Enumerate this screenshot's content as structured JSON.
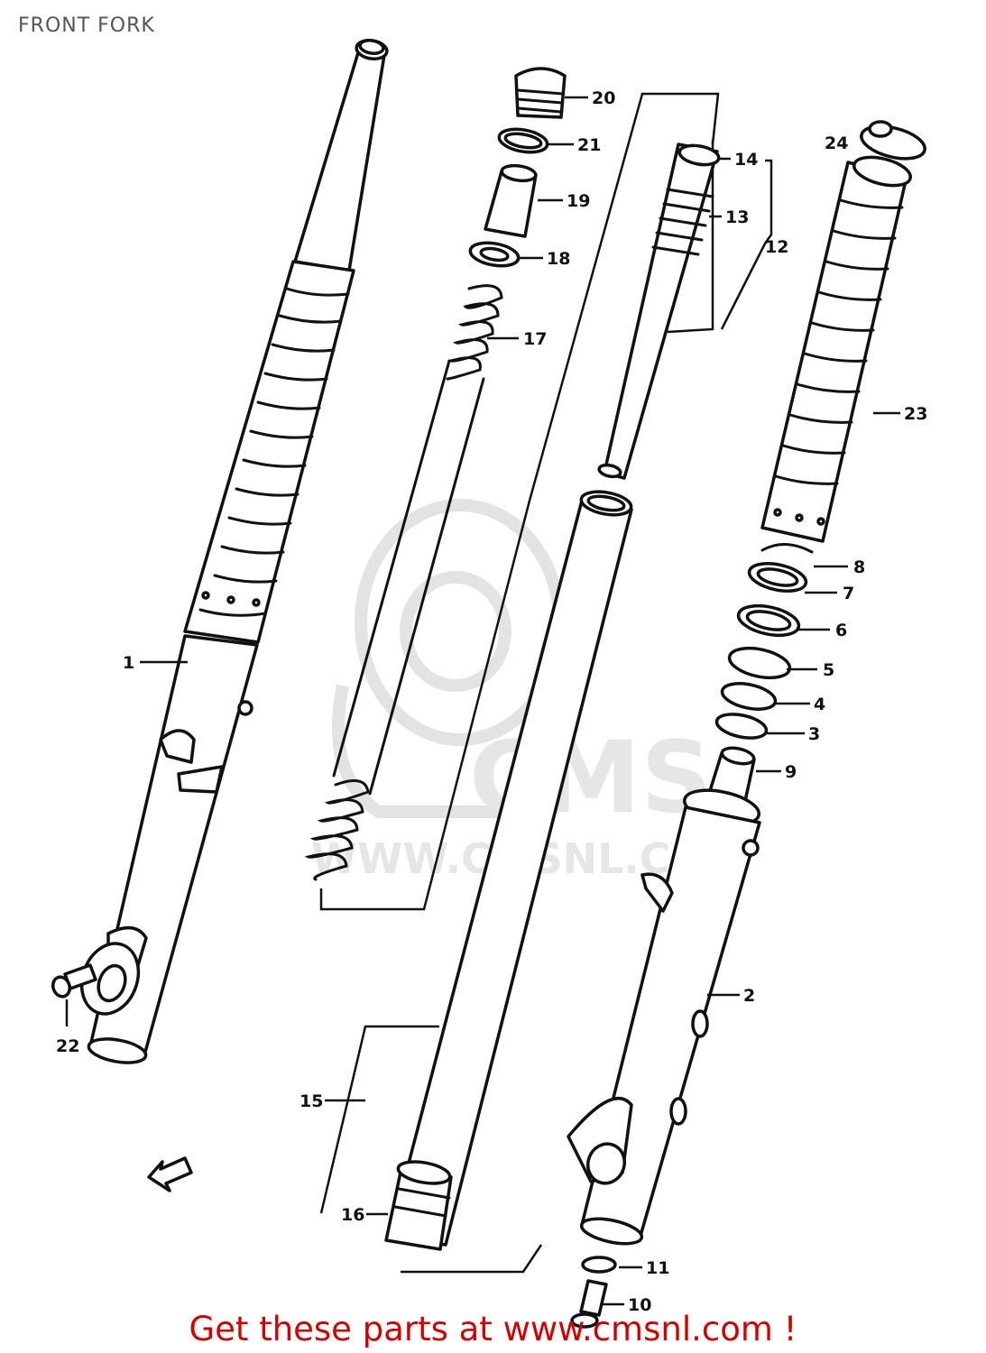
{
  "page": {
    "title": "FRONT FORK",
    "footer_text": "Get these parts at www.cmsnl.com !"
  },
  "watermark": {
    "brand": "CMS",
    "url": "WWW.CMSNL.COM"
  },
  "callouts": [
    {
      "id": "1",
      "label": "1"
    },
    {
      "id": "2",
      "label": "2"
    },
    {
      "id": "3",
      "label": "3"
    },
    {
      "id": "4",
      "label": "4"
    },
    {
      "id": "5",
      "label": "5"
    },
    {
      "id": "6",
      "label": "6"
    },
    {
      "id": "7",
      "label": "7"
    },
    {
      "id": "8",
      "label": "8"
    },
    {
      "id": "9",
      "label": "9"
    },
    {
      "id": "10",
      "label": "10"
    },
    {
      "id": "11",
      "label": "11"
    },
    {
      "id": "12",
      "label": "12"
    },
    {
      "id": "13",
      "label": "13"
    },
    {
      "id": "14",
      "label": "14"
    },
    {
      "id": "15",
      "label": "15"
    },
    {
      "id": "16",
      "label": "16"
    },
    {
      "id": "17",
      "label": "17"
    },
    {
      "id": "18",
      "label": "18"
    },
    {
      "id": "19",
      "label": "19"
    },
    {
      "id": "20",
      "label": "20"
    },
    {
      "id": "21",
      "label": "21"
    },
    {
      "id": "22",
      "label": "22"
    },
    {
      "id": "23",
      "label": "23"
    },
    {
      "id": "24",
      "label": "24"
    }
  ],
  "colors": {
    "footer": "#cc0000",
    "title": "#555555",
    "line": "#111111",
    "watermark": "#e3e3e3"
  }
}
